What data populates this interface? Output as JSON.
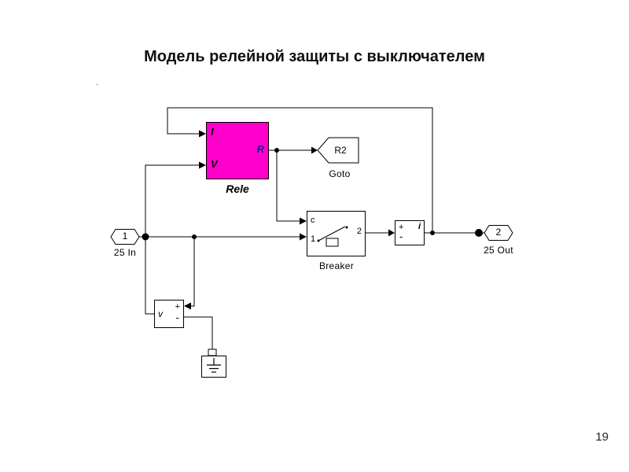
{
  "slide": {
    "title": "Модель релейной защиты с выключателем",
    "page_number": "19",
    "stray_mark": "."
  },
  "diagram": {
    "rele": {
      "name": "Rele",
      "port_i": "I",
      "port_v": "V",
      "port_r": "R",
      "fill": "#FF00CC",
      "port_r_color": "#1A1A8C"
    },
    "goto": {
      "tag": "R2",
      "label": "Goto"
    },
    "inport": {
      "number": "1",
      "label": "25 In"
    },
    "outport": {
      "number": "2",
      "label": "25 Out"
    },
    "breaker": {
      "label": "Breaker",
      "port_c": "c",
      "port_1": "1",
      "port_2": "2"
    },
    "current_meter": {
      "plus": "+",
      "minus": "-",
      "output": "i"
    },
    "voltage_meter": {
      "output": "v",
      "plus": "+",
      "minus": "-"
    }
  }
}
